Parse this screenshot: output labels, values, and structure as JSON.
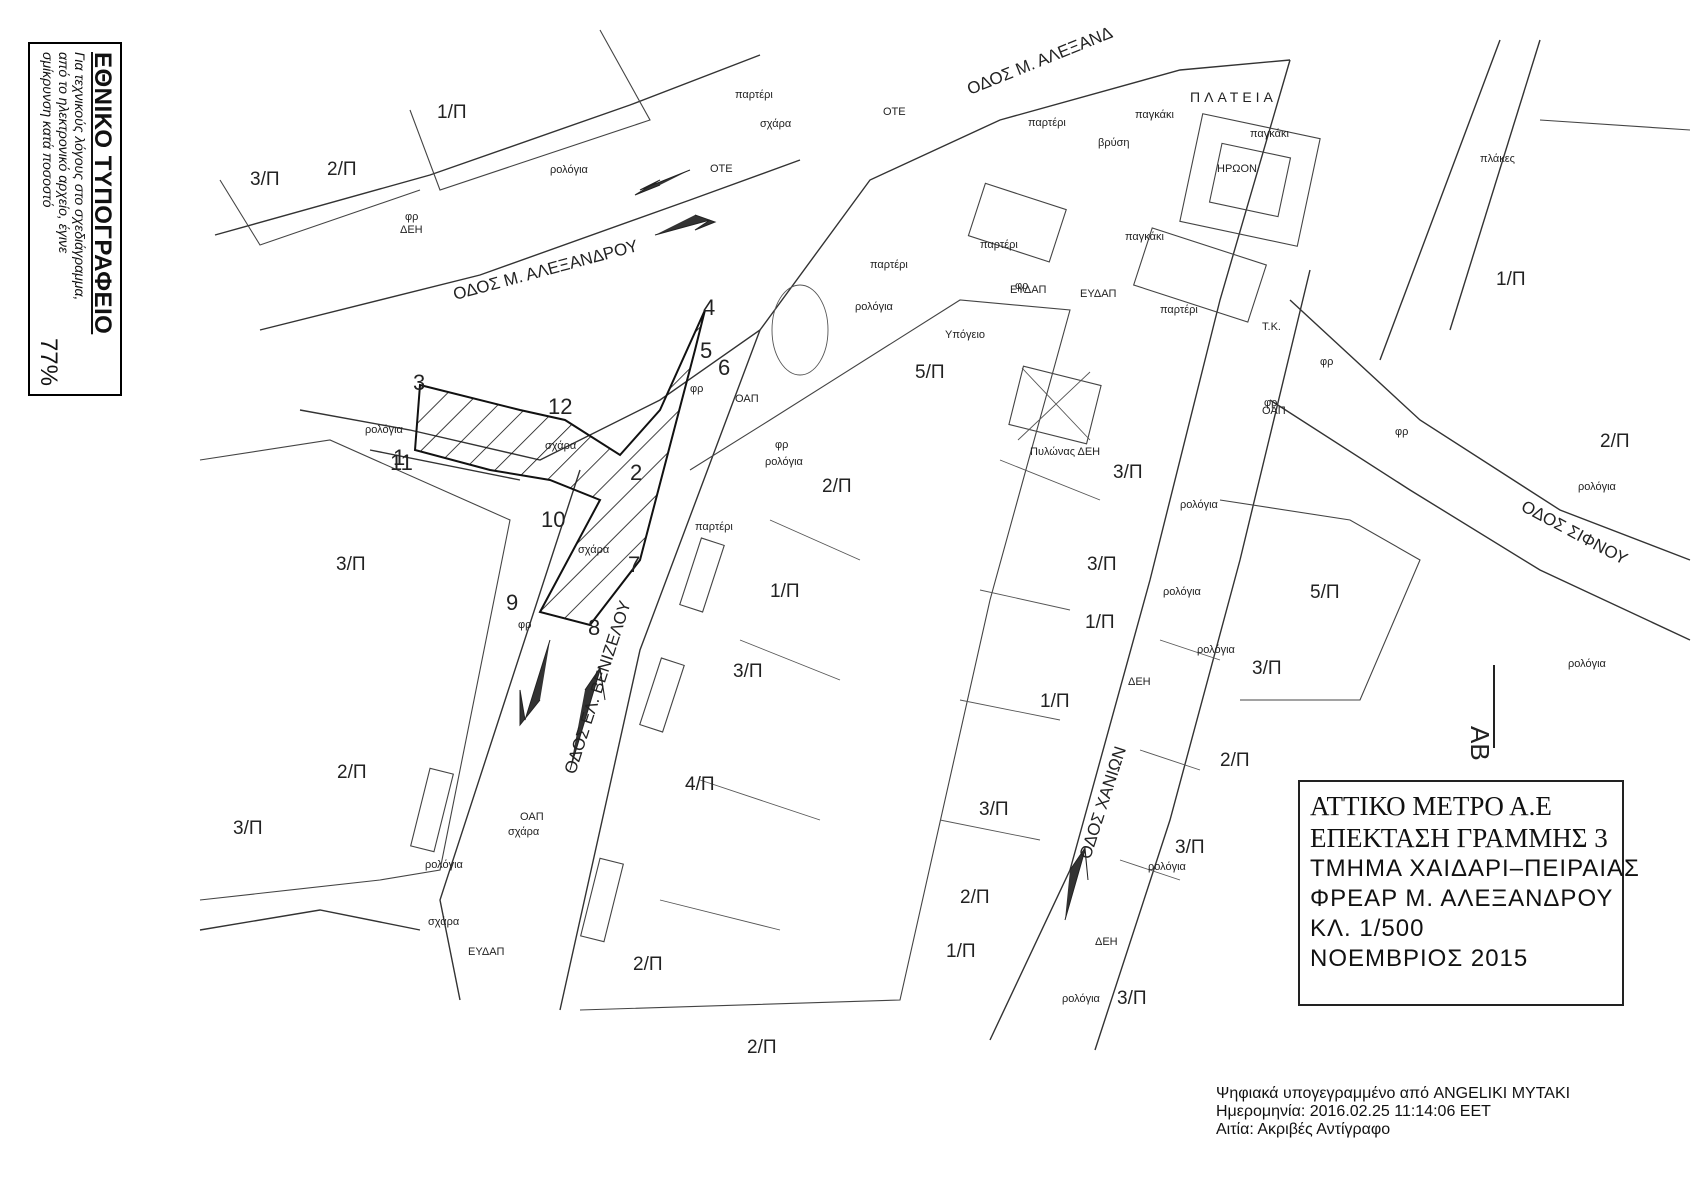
{
  "stamp": {
    "title": "ΕΘΝΙΚΟ ΤΥΠΟΓΡΑΦΕΙΟ",
    "lines": [
      "Για τεχνικούς λόγους στο σχεδιάγραμμα,",
      "από το ηλεκτρονικό αρχείο, έγινε",
      "σμίκρυνση κατά ποσοστό"
    ],
    "percent": "77%"
  },
  "streets": {
    "alexandrou_left": "ΟΔΟΣ Μ. ΑΛΕΞΑΝΔΡΟΥ",
    "alexandrou_top": "ΟΔΟΣ Μ. ΑΛΕΞΑΝΔ",
    "venizelou": "ΟΔΟΣ ΕΛ. ΒΕΝΙΖΕΛΟΥ",
    "chanion": "ΟΔΟΣ ΧΑΝΙΩΝ",
    "sifnou": "ΟΔΟΣ ΣΙΦΝΟΥ",
    "square": "ΠΛΑΤΕΙΑ"
  },
  "block_labels": {
    "a": "1/Π",
    "b": "2/Π",
    "c": "3/Π",
    "d": "4/Π",
    "e": "5/Π"
  },
  "features": {
    "heroon": "ΗΡΩΟΝ",
    "pylon": "Πυλώνας ΔΕΗ",
    "parterre": "παρτέρι",
    "clock": "ρολόγια",
    "ypogeio": "Υπόγειο",
    "bench": "παγκάκι",
    "fountain": "βρύση",
    "tiles": "πλάκες",
    "tk": "Τ.Κ.",
    "ote": "ΟΤΕ",
    "deh": "ΔΕΗ",
    "eydap": "ΕΥΔΑΠ",
    "oap": "ΟΑΠ",
    "fp": "φρ",
    "schara": "σχάρα"
  },
  "polygon_points": [
    "1",
    "2",
    "3",
    "4",
    "5",
    "6",
    "7",
    "8",
    "9",
    "10",
    "11",
    "12"
  ],
  "north": "ΑΒ",
  "title_box": {
    "line1": "ΑΤΤΙΚΟ ΜΕΤΡΟ Α.Ε",
    "line2": "ΕΠΕΚΤΑΣΗ ΓΡΑΜΜΗΣ 3",
    "line3": "ΤΜΗΜΑ ΧΑΙΔΑΡΙ–ΠΕΙΡΑΙΑΣ",
    "line4": "ΦΡΕΑΡ Μ. ΑΛΕΞΑΝΔΡΟΥ",
    "line5": "ΚΛ. 1/500",
    "line6": "ΝΟΕΜΒΡΙΟΣ 2015"
  },
  "signature": {
    "line1": "Ψηφιακά υπογεγραμμένο από ANGELIKI MYTAKI",
    "line2": "Ημερομηνία: 2016.02.25 11:14:06 EET",
    "line3": "Αιτία: Ακριβές Αντίγραφο"
  }
}
